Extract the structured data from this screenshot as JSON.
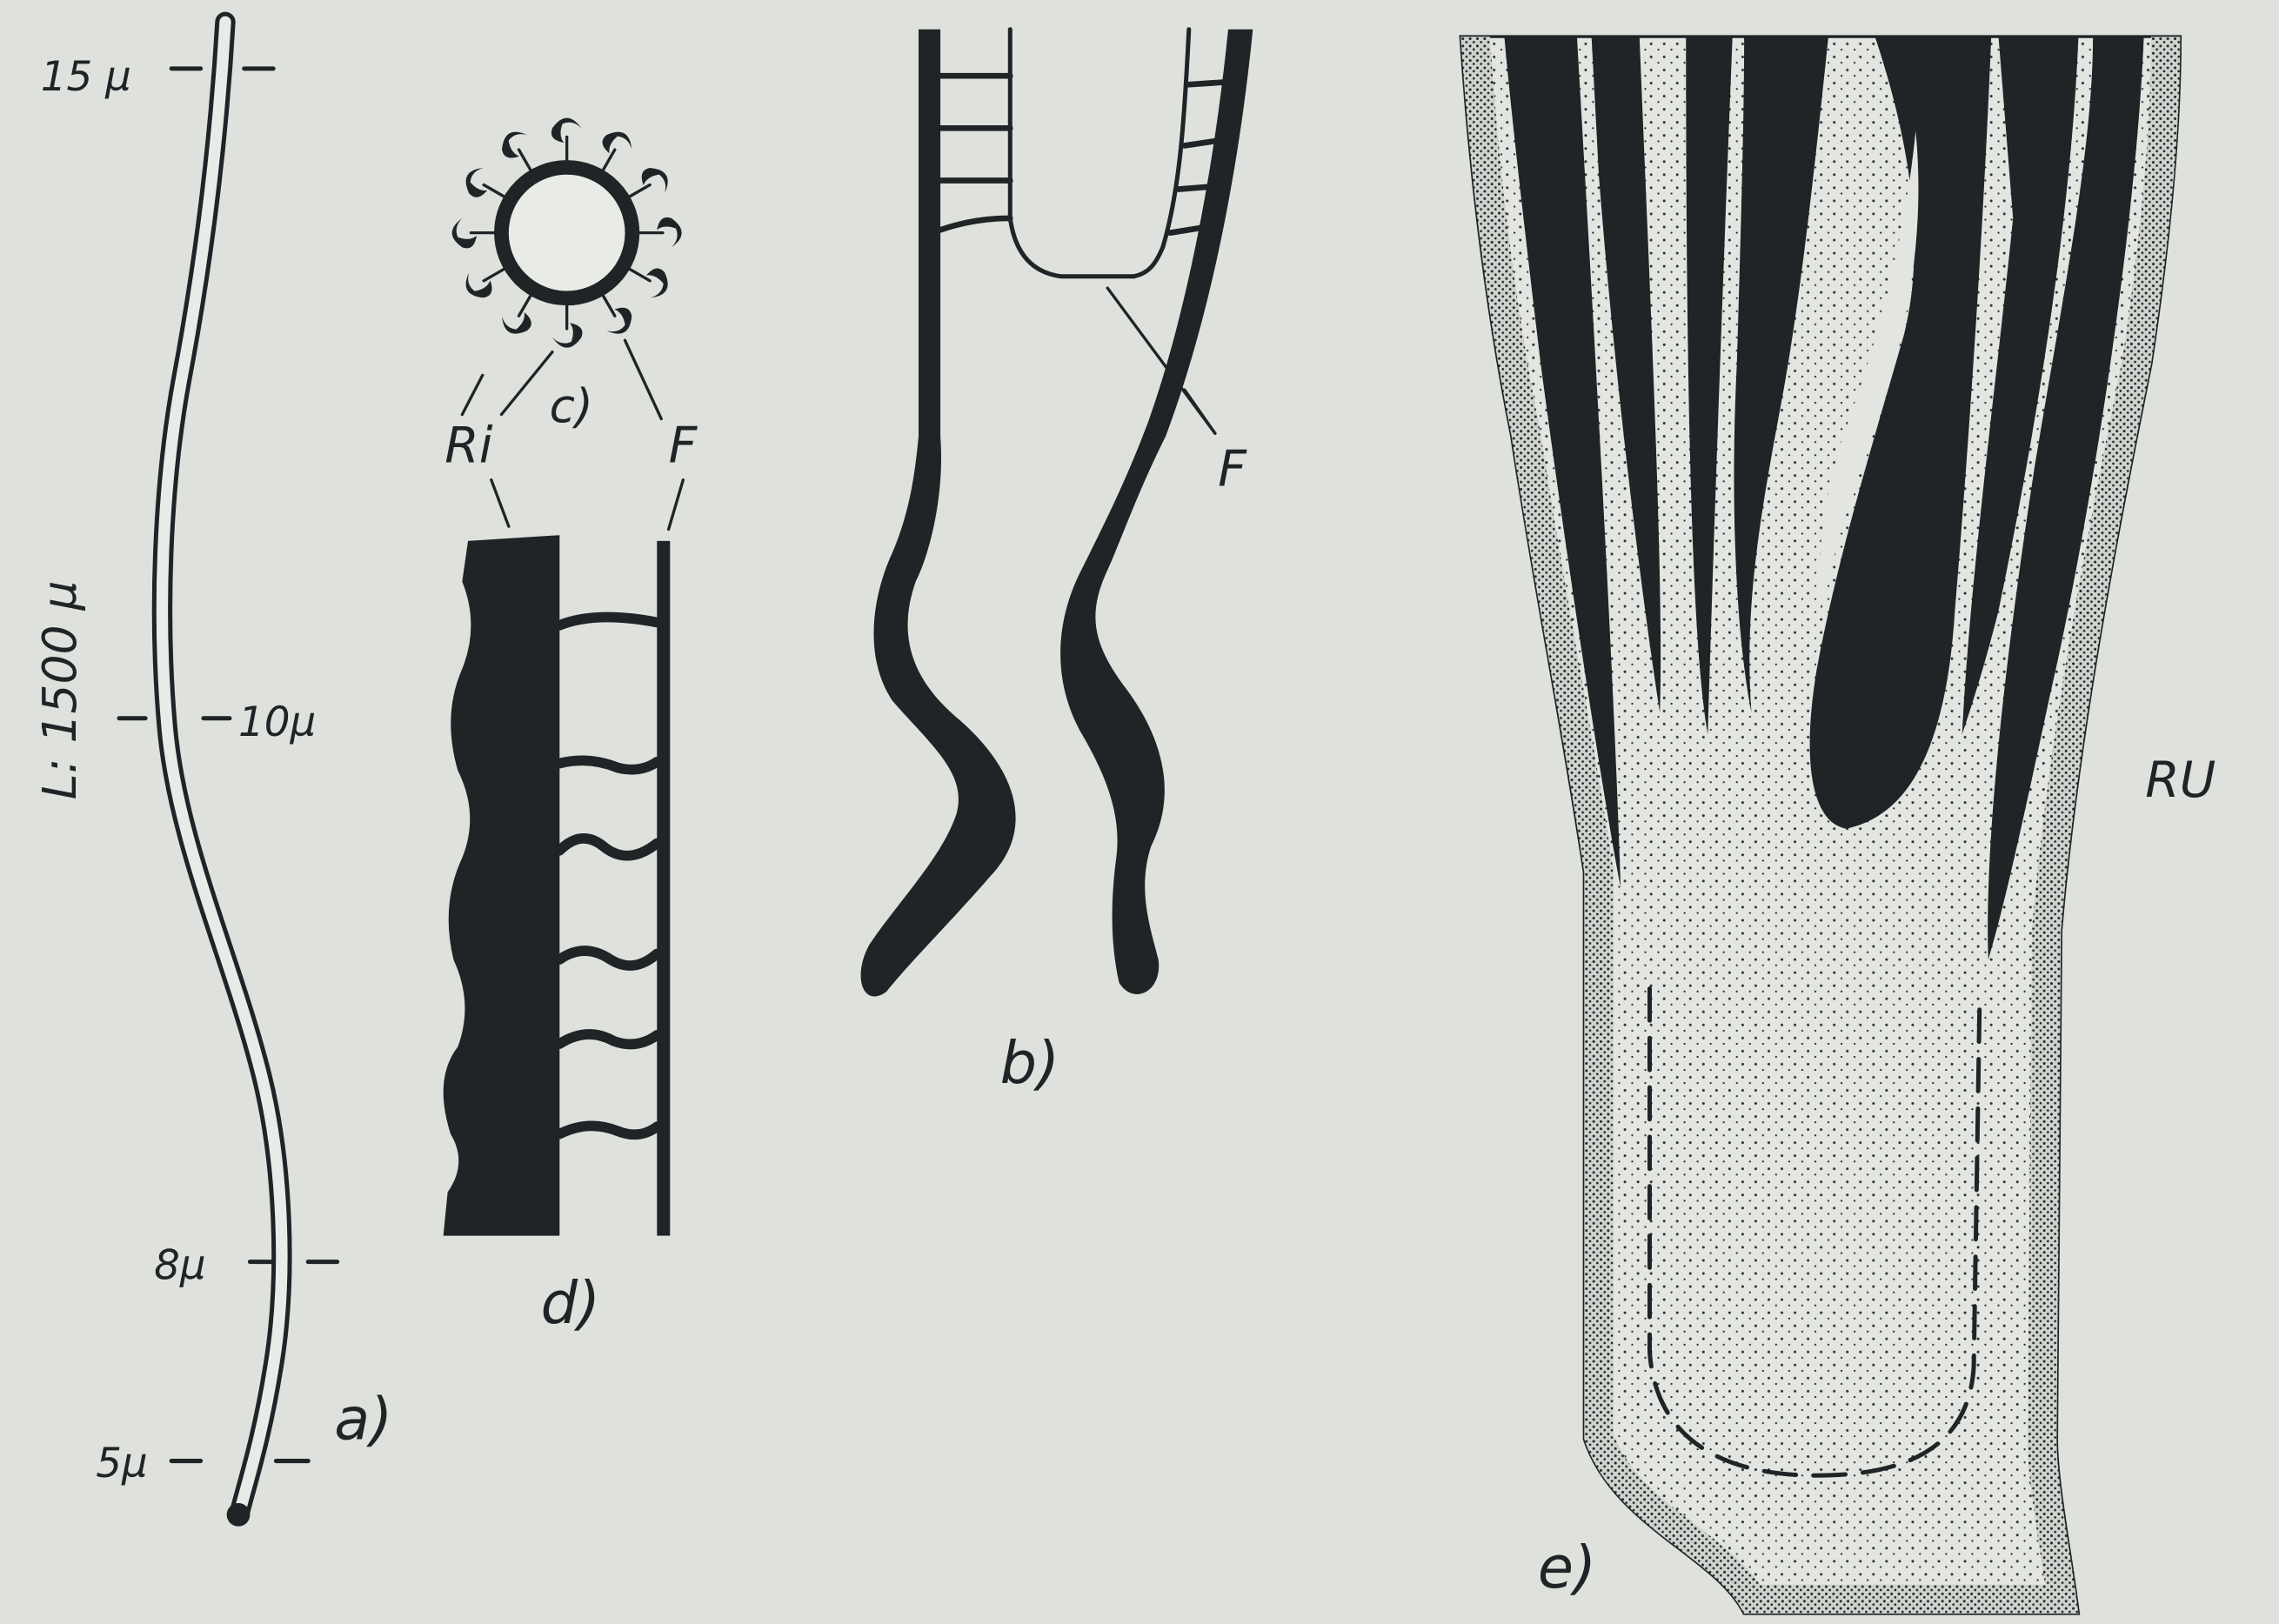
{
  "panel_a": {
    "label": "a)",
    "length": "L: 1500 µ",
    "width_top": "15 µ",
    "width_mid": "10µ",
    "width_low": "8µ",
    "width_end": "5µ"
  },
  "panel_b": {
    "label": "b)",
    "fibril_label": "F"
  },
  "panel_c": {
    "label": "c)",
    "ridge_label": "Ri",
    "fibril_label": "F"
  },
  "panel_d": {
    "label": "d)"
  },
  "panel_e": {
    "label": "e)",
    "region_label": "RU"
  },
  "colors": {
    "paper": "#dfe1dd",
    "ink": "#1f2426"
  }
}
